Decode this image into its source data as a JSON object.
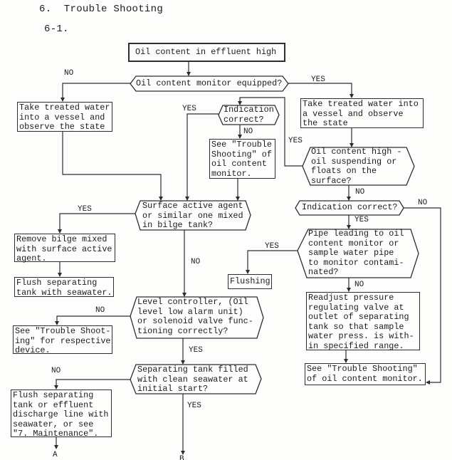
{
  "document": {
    "section_title": "6.  Trouble Shooting",
    "subsection": "6-1."
  },
  "flowchart": {
    "nodes": {
      "start": {
        "type": "process",
        "lines": [
          "Oil content in effluent high"
        ]
      },
      "monitor_equipped": {
        "type": "decision",
        "lines": [
          "Oil content monitor equipped?"
        ]
      },
      "observe_left": {
        "type": "process",
        "lines": [
          "Take treated water",
          "into a vessel and",
          "observe the state"
        ]
      },
      "observe_right": {
        "type": "process",
        "lines": [
          "Take treated water into",
          "a vessel and observe",
          "the state"
        ]
      },
      "indication_correct_1": {
        "type": "decision",
        "lines": [
          "Indication",
          "correct?"
        ]
      },
      "see_ts_monitor_1": {
        "type": "process",
        "lines": [
          "See \"Trouble",
          "Shooting\" of",
          "oil content",
          "monitor."
        ]
      },
      "oil_floats": {
        "type": "decision",
        "lines": [
          "Oil content high -",
          "oil suspending or",
          "floats on the",
          "surface?"
        ]
      },
      "indication_correct_2": {
        "type": "decision",
        "lines": [
          "Indication correct?"
        ]
      },
      "pipe_contaminated": {
        "type": "decision",
        "lines": [
          "Pipe leading to oil",
          "content monitor or",
          "sample water pipe",
          "to monitor contami-",
          "nated?"
        ]
      },
      "flushing": {
        "type": "process",
        "lines": [
          "Flushing"
        ]
      },
      "readjust": {
        "type": "process",
        "lines": [
          "Readjust pressure",
          "regulating valve at",
          "outlet of separating",
          "tank so that sample",
          "water press. is with-",
          "in specified range."
        ]
      },
      "see_ts_monitor_2": {
        "type": "process",
        "lines": [
          "See \"Trouble Shooting\"",
          "of oil content monitor."
        ]
      },
      "surface_agent": {
        "type": "decision",
        "lines": [
          "Surface active agent",
          "or similar one mixed",
          "in bilge tank?"
        ]
      },
      "remove_bilge": {
        "type": "process",
        "lines": [
          "Remove bilge mixed",
          "with surface active",
          "agent."
        ]
      },
      "flush_tank": {
        "type": "process",
        "lines": [
          "Flush separating",
          "tank with seawater."
        ]
      },
      "level_controller": {
        "type": "decision",
        "lines": [
          "Level controller, (Oil",
          "level low alarm unit)",
          "or solenoid valve func-",
          "tioning correctly?"
        ]
      },
      "see_ts_device": {
        "type": "process",
        "lines": [
          "See \"Trouble Shoot-",
          "ing\" for respective",
          "device."
        ]
      },
      "tank_filled": {
        "type": "decision",
        "lines": [
          "Separating tank filled",
          "with clean seawater at",
          "initial start?"
        ]
      },
      "flush_discharge": {
        "type": "process",
        "lines": [
          "Flush separating",
          "tank or effluent",
          "discharge line with",
          "seawater, or see",
          "\"7. Maintenance\"."
        ]
      }
    },
    "edges": [
      {
        "from": "monitor_equipped",
        "to": "observe_left",
        "label": "NO"
      },
      {
        "from": "monitor_equipped",
        "to": "observe_right",
        "label": "YES"
      },
      {
        "from": "indication_correct_1",
        "to": "surface_agent",
        "label": "YES"
      },
      {
        "from": "indication_correct_1",
        "to": "see_ts_monitor_1",
        "label": "NO"
      },
      {
        "from": "oil_floats",
        "to": "indication_correct_1",
        "label": "YES"
      },
      {
        "from": "oil_floats",
        "to": "indication_correct_2",
        "label": "NO"
      },
      {
        "from": "indication_correct_2",
        "to": "see_ts_monitor_2",
        "label": "NO"
      },
      {
        "from": "indication_correct_2",
        "to": "pipe_contaminated",
        "label": "YES"
      },
      {
        "from": "pipe_contaminated",
        "to": "flushing",
        "label": "YES"
      },
      {
        "from": "pipe_contaminated",
        "to": "readjust",
        "label": "NO"
      },
      {
        "from": "surface_agent",
        "to": "remove_bilge",
        "label": "YES"
      },
      {
        "from": "surface_agent",
        "to": "level_controller",
        "label": "NO"
      },
      {
        "from": "level_controller",
        "to": "see_ts_device",
        "label": "NO"
      },
      {
        "from": "level_controller",
        "to": "tank_filled",
        "label": "YES"
      },
      {
        "from": "tank_filled",
        "to": "flush_discharge",
        "label": "NO"
      },
      {
        "from": "tank_filled",
        "to": "off_page_b",
        "label": "YES"
      },
      {
        "from": "start",
        "to": "monitor_equipped",
        "label": ""
      },
      {
        "from": "observe_left",
        "to": "surface_agent",
        "label": ""
      },
      {
        "from": "observe_right",
        "to": "oil_floats",
        "label": ""
      },
      {
        "from": "see_ts_monitor_1",
        "to": "surface_agent",
        "label": ""
      },
      {
        "from": "readjust",
        "to": "see_ts_monitor_2",
        "label": ""
      },
      {
        "from": "remove_bilge",
        "to": "flush_tank",
        "label": ""
      },
      {
        "from": "flush_discharge",
        "to": "off_page_a",
        "label": ""
      }
    ],
    "off_page": {
      "a": "A",
      "b": "B"
    }
  }
}
